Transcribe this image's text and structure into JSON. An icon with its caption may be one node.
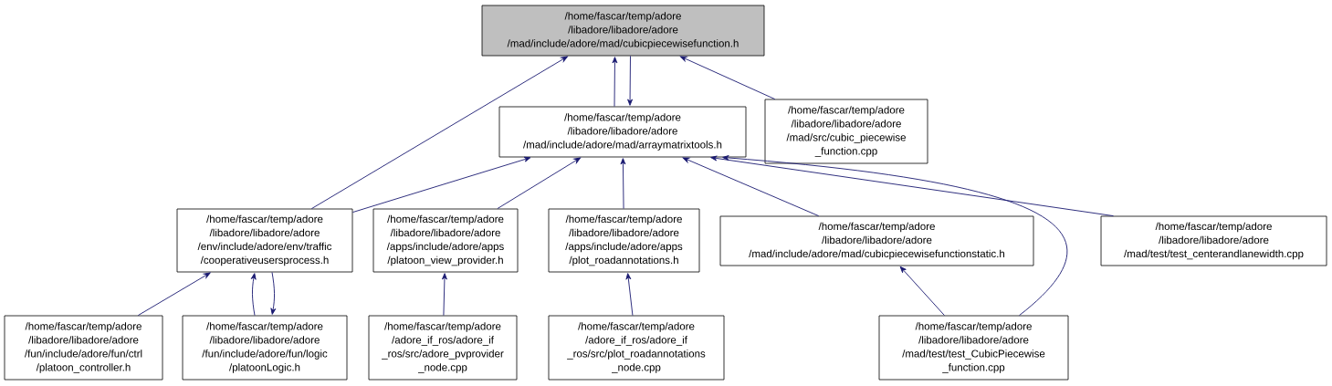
{
  "diagram": {
    "nodes": [
      {
        "text": [
          "/home/fascar/temp/adore /libadore/libadore/adore /mad/include/adore/mad/cubicpiecewisefunction.h"
        ]
      },
      {
        "text": [
          "/home/fascar/temp/adore /libadore/libadore/adore /mad/include/adore/mad/arraymatrixtools.h"
        ]
      },
      {
        "text": [
          "/home/fascar/temp/adore /libadore/libadore/adore /mad/src/cubic_piecewise _function.cpp"
        ]
      },
      {
        "text": [
          "/home/fascar/temp/adore /libadore/libadore/adore /env/include/adore/env/traffic /cooperativeusersprocess.h"
        ]
      },
      {
        "text": [
          "/home/fascar/temp/adore /libadore/libadore/adore /apps/include/adore/apps /platoon_view_provider.h"
        ]
      },
      {
        "text": [
          "/home/fascar/temp/adore /libadore/libadore/adore /apps/include/adore/apps /plot_roadannotations.h"
        ]
      },
      {
        "text": [
          "/home/fascar/temp/adore /libadore/libadore/adore /mad/include/adore/mad/cubicpiecewisefunctionstatic.h"
        ]
      },
      {
        "text": [
          "/home/fascar/temp/adore /libadore/libadore/adore /mad/test/test_centerandlanewidth.cpp"
        ]
      },
      {
        "text": [
          "/home/fascar/temp/adore /libadore/libadore/adore /fun/include/adore/fun/ctrl /platoon_controller.h"
        ]
      },
      {
        "text": [
          "/home/fascar/temp/adore /libadore/libadore/adore /fun/include/adore/fun/logic /platoonLogic.h"
        ]
      },
      {
        "text": [
          "/home/fascar/temp/adore /adore_if_ros/adore_if _ros/src/adore_pvprovider _node.cpp"
        ]
      },
      {
        "text": [
          "/home/fascar/temp/adore /adore_if_ros/adore_if _ros/src/plot_roadannotations _node.cpp"
        ]
      },
      {
        "text": [
          "/home/fascar/temp/adore /libadore/libadore/adore /mad/test/test_CubicPiecewise _function.cpp"
        ]
      }
    ],
    "edges": [
      {
        "from": 1,
        "to": 0,
        "arrow": "to"
      },
      {
        "from": 0,
        "to": 1,
        "arrow": "to"
      },
      {
        "from": 2,
        "to": 0,
        "arrow": "to"
      },
      {
        "from": 3,
        "to": 0,
        "arrow": "to"
      },
      {
        "from": 3,
        "to": 1,
        "arrow": "to"
      },
      {
        "from": 4,
        "to": 1,
        "arrow": "to"
      },
      {
        "from": 5,
        "to": 1,
        "arrow": "to"
      },
      {
        "from": 6,
        "to": 1,
        "arrow": "to"
      },
      {
        "from": 7,
        "to": 1,
        "arrow": "to"
      },
      {
        "from": 12,
        "to": 1,
        "arrow": "to"
      },
      {
        "from": 8,
        "to": 3,
        "arrow": "to"
      },
      {
        "from": 9,
        "to": 3,
        "arrow": "to"
      },
      {
        "from": 3,
        "to": 9,
        "arrow": "to"
      },
      {
        "from": 10,
        "to": 4,
        "arrow": "to"
      },
      {
        "from": 11,
        "to": 5,
        "arrow": "to"
      },
      {
        "from": 12,
        "to": 6,
        "arrow": "to"
      }
    ]
  }
}
